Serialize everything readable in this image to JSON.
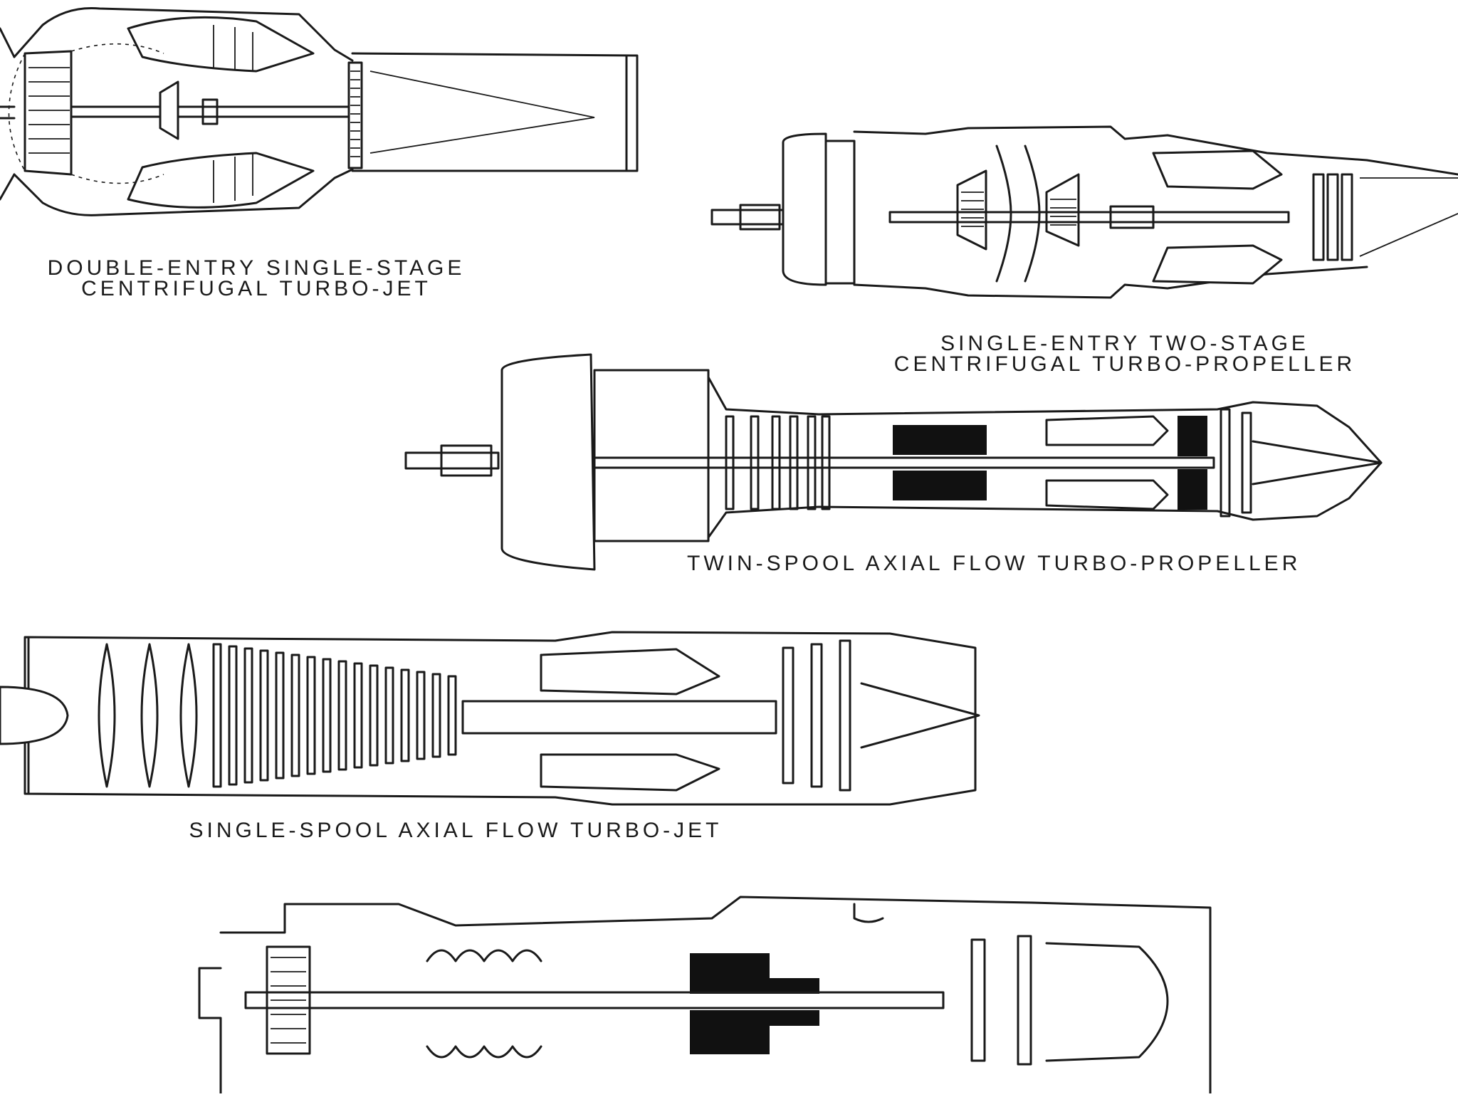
{
  "captions": {
    "engine_1": {
      "line1": "DOUBLE-ENTRY SINGLE-STAGE",
      "line2": "CENTRIFUGAL TURBO-JET"
    },
    "engine_2": {
      "line1": "SINGLE-ENTRY TWO-STAGE",
      "line2": "CENTRIFUGAL TURBO-PROPELLER"
    },
    "engine_3": {
      "line1": "TWIN-SPOOL AXIAL FLOW TURBO-PROPELLER"
    },
    "engine_4": {
      "line1": "SINGLE-SPOOL AXIAL FLOW TURBO-JET"
    }
  },
  "colors": {
    "ink": "#1a1a1a",
    "paper": "#ffffff"
  }
}
